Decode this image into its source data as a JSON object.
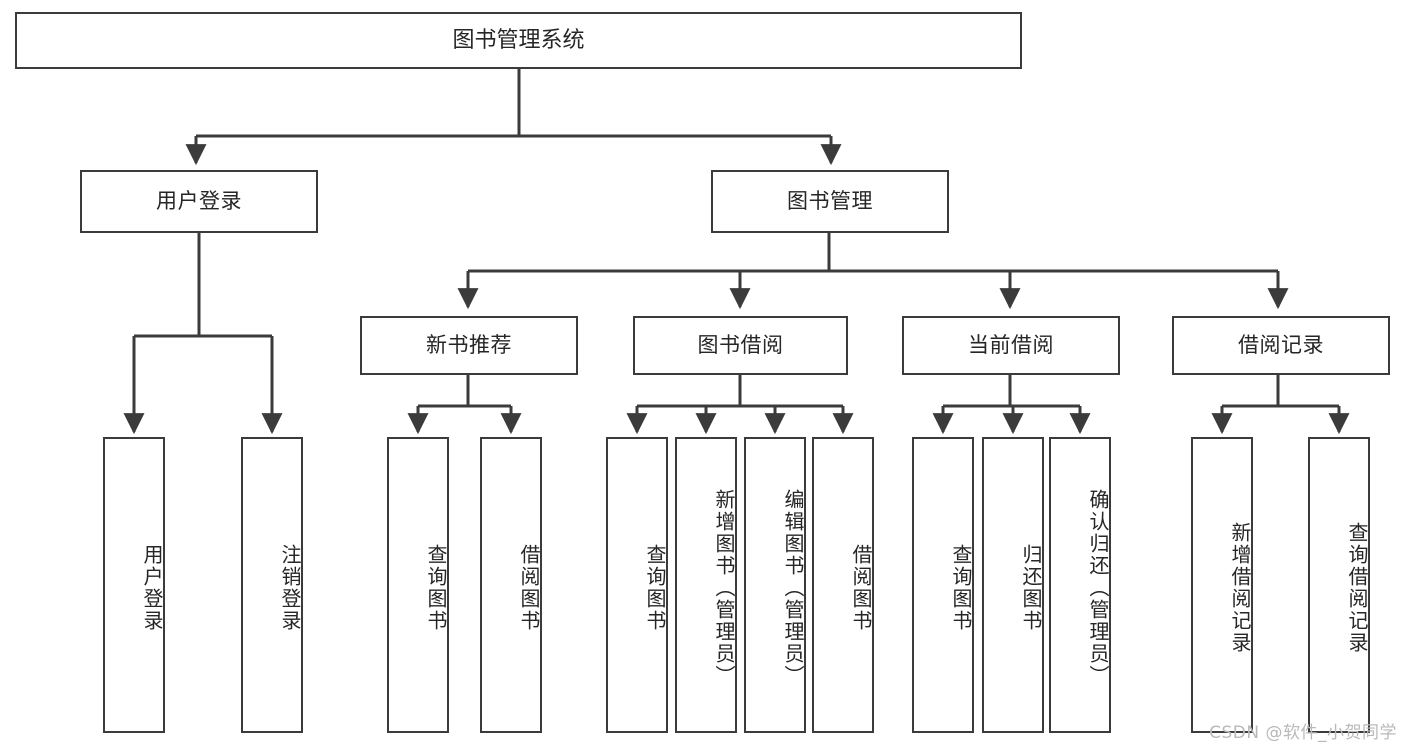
{
  "diagram": {
    "title": "图书管理系统",
    "type": "tree-hierarchy",
    "watermark": "CSDN @软件_小贺同学",
    "colors": {
      "stroke": "#3b3b3b",
      "text": "#262626",
      "background": "#ffffff",
      "watermark": "#b9b9b9"
    },
    "levels": {
      "root": {
        "label": "图书管理系统"
      },
      "level1": [
        {
          "label": "用户登录"
        },
        {
          "label": "图书管理"
        }
      ],
      "level2": [
        {
          "label": "新书推荐",
          "parent": "图书管理"
        },
        {
          "label": "图书借阅",
          "parent": "图书管理"
        },
        {
          "label": "当前借阅",
          "parent": "图书管理"
        },
        {
          "label": "借阅记录",
          "parent": "图书管理"
        }
      ],
      "leaves": {
        "用户登录": [
          {
            "label": "用户登录"
          },
          {
            "label": "注销登录"
          }
        ],
        "新书推荐": [
          {
            "label": "查询图书"
          },
          {
            "label": "借阅图书"
          }
        ],
        "图书借阅": [
          {
            "label": "查询图书"
          },
          {
            "label": "新增图书（管理员）"
          },
          {
            "label": "编辑图书（管理员）"
          },
          {
            "label": "借阅图书"
          }
        ],
        "当前借阅": [
          {
            "label": "查询图书"
          },
          {
            "label": "归还图书"
          },
          {
            "label": "确认归还（管理员）"
          }
        ],
        "借阅记录": [
          {
            "label": "新增借阅记录"
          },
          {
            "label": "查询借阅记录"
          }
        ]
      }
    }
  }
}
